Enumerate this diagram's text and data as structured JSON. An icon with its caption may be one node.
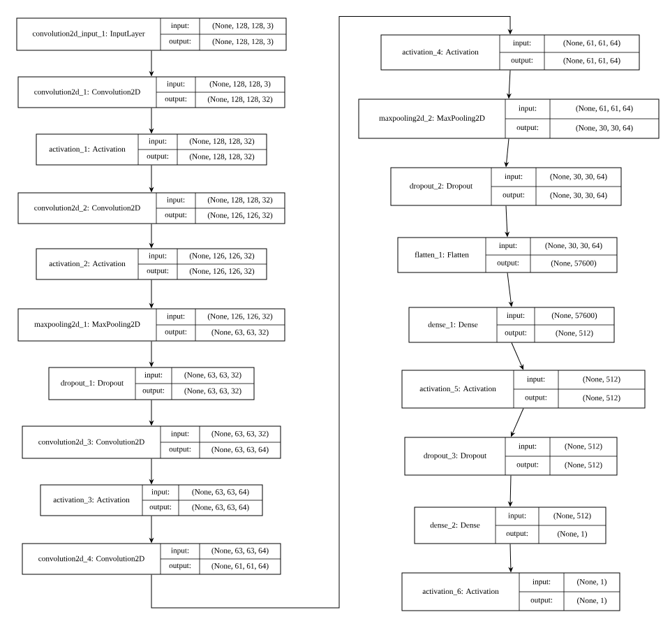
{
  "diagram": {
    "nodes": [
      {
        "text": [
          "convolution2d_input_1: InputLayer",
          "input:",
          "(None, 128, 128, 3)",
          "output:",
          "(None, 128, 128, 3)"
        ]
      },
      {
        "text": [
          "convolution2d_1: Convolution2D",
          "input:",
          "(None, 128, 128, 3)",
          "output:",
          "(None, 128, 128, 32)"
        ]
      },
      {
        "text": [
          "activation_1: Activation",
          "input:",
          "(None, 128, 128, 32)",
          "output:",
          "(None, 128, 128, 32)"
        ]
      },
      {
        "text": [
          "convolution2d_2: Convolution2D",
          "input:",
          "(None, 128, 128, 32)",
          "output:",
          "(None, 126, 126, 32)"
        ]
      },
      {
        "text": [
          "activation_2: Activation",
          "input:",
          "(None, 126, 126, 32)",
          "output:",
          "(None, 126, 126, 32)"
        ]
      },
      {
        "text": [
          "maxpooling2d_1: MaxPooling2D",
          "input:",
          "(None, 126, 126, 32)",
          "output:",
          "(None, 63, 63, 32)"
        ]
      },
      {
        "text": [
          "dropout_1: Dropout",
          "input:",
          "(None, 63, 63, 32)",
          "output:",
          "(None, 63, 63, 32)"
        ]
      },
      {
        "text": [
          "convolution2d_3: Convolution2D",
          "input:",
          "(None, 63, 63, 32)",
          "output:",
          "(None, 63, 63, 64)"
        ]
      },
      {
        "text": [
          "activation_3: Activation",
          "input:",
          "(None, 63, 63, 64)",
          "output:",
          "(None, 63, 63, 64)"
        ]
      },
      {
        "text": [
          "convolution2d_4: Convolution2D",
          "input:",
          "(None, 63, 63, 64)",
          "output:",
          "(None, 61, 61, 64)"
        ]
      },
      {
        "text": [
          "activation_4: Activation",
          "input:",
          "(None, 61, 61, 64)",
          "output:",
          "(None, 61, 61, 64)"
        ]
      },
      {
        "text": [
          "maxpooling2d_2: MaxPooling2D",
          "input:",
          "(None, 61, 61, 64)",
          "output:",
          "(None, 30, 30, 64)"
        ]
      },
      {
        "text": [
          "dropout_2: Dropout",
          "input:",
          "(None, 30, 30, 64)",
          "output:",
          "(None, 30, 30, 64)"
        ]
      },
      {
        "text": [
          "flatten_1: Flatten",
          "input:",
          "(None, 30, 30, 64)",
          "output:",
          "(None, 57600)"
        ]
      },
      {
        "text": [
          "dense_1: Dense",
          "input:",
          "(None, 57600)",
          "output:",
          "(None, 512)"
        ]
      },
      {
        "text": [
          "activation_5: Activation",
          "input:",
          "(None, 512)",
          "output:",
          "(None, 512)"
        ]
      },
      {
        "text": [
          "dropout_3: Dropout",
          "input:",
          "(None, 512)",
          "output:",
          "(None, 512)"
        ]
      },
      {
        "text": [
          "dense_2: Dense",
          "input:",
          "(None, 512)",
          "output:",
          "(None, 1)"
        ]
      },
      {
        "text": [
          "activation_6: Activation",
          "input:",
          "(None, 1)",
          "output:",
          "(None, 1)"
        ]
      }
    ],
    "edges": [
      {
        "from": 0,
        "to": 1,
        "arrow": "to"
      },
      {
        "from": 1,
        "to": 2,
        "arrow": "to"
      },
      {
        "from": 2,
        "to": 3,
        "arrow": "to"
      },
      {
        "from": 3,
        "to": 4,
        "arrow": "to"
      },
      {
        "from": 4,
        "to": 5,
        "arrow": "to"
      },
      {
        "from": 5,
        "to": 6,
        "arrow": "to"
      },
      {
        "from": 6,
        "to": 7,
        "arrow": "to"
      },
      {
        "from": 7,
        "to": 8,
        "arrow": "to"
      },
      {
        "from": 8,
        "to": 9,
        "arrow": "to"
      },
      {
        "from": 9,
        "to": 10,
        "arrow": "to"
      },
      {
        "from": 10,
        "to": 11,
        "arrow": "to"
      },
      {
        "from": 11,
        "to": 12,
        "arrow": "to"
      },
      {
        "from": 12,
        "to": 13,
        "arrow": "to"
      },
      {
        "from": 13,
        "to": 14,
        "arrow": "to"
      },
      {
        "from": 14,
        "to": 15,
        "arrow": "to"
      },
      {
        "from": 15,
        "to": 16,
        "arrow": "to"
      },
      {
        "from": 16,
        "to": 17,
        "arrow": "to"
      },
      {
        "from": 17,
        "to": 18,
        "arrow": "to"
      }
    ]
  }
}
